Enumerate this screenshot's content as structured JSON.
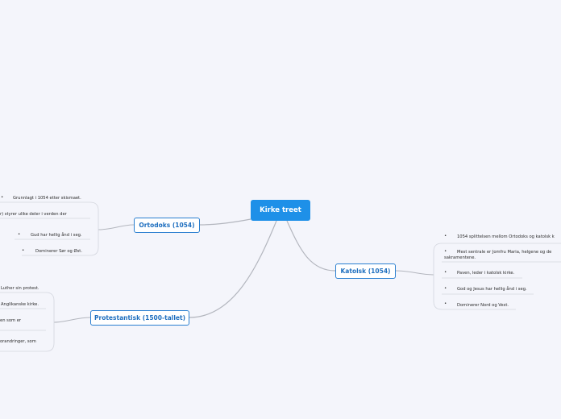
{
  "root": {
    "label": "Kirke treet"
  },
  "branches": {
    "ortodoks": {
      "label": "Ortodoks (1054)",
      "items": [
        "Grunnlagt i 1054 etter skismaet.",
        "r) styrer ulike deler i verden der",
        "Gud har hellig ånd i seg.",
        "Dominerer Sør og Øst."
      ]
    },
    "protestantisk": {
      "label": "Protestantisk (1500-tallet)",
      "items": [
        "Luther sin protest.",
        "Anglikanske kirke.",
        "en som er",
        "orandringer, som"
      ]
    },
    "katolsk": {
      "label": "Katolsk (1054)",
      "items": [
        "1054 splittelsen mellom Ortodoks og katolsk k",
        "Mest sentrale er Jomfru Maria, helgene og de",
        "sakramentene.",
        "Paven, leder i katolsk kirke.",
        "God og Jesus har hellig ånd i seg.",
        "Dominerer Nord og Vest."
      ]
    }
  },
  "colors": {
    "background": "#f4f5fb",
    "root_fill": "#1e90e8",
    "branch_border": "#2a7fd0",
    "branch_text": "#1f6fbf",
    "connector": "#b3b6be",
    "leaf_line": "#d3d6de"
  }
}
